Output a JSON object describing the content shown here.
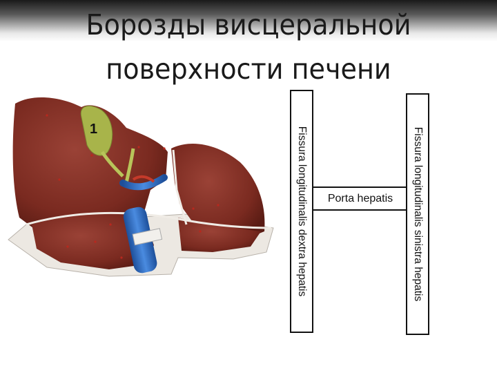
{
  "title": {
    "line1": "Борозды висцеральной",
    "line2": "поверхности печени"
  },
  "labels": {
    "right_fissure": "Fissura longitudinalis dextra hepatis",
    "left_fissure": "Fissura longitudinalis sinistra hepatis",
    "porta": "Porta hepatis"
  },
  "marker": "1",
  "colors": {
    "liver": "#7a2a20",
    "liver_light": "#9a4a3a",
    "gallbladder": "#a8b44a",
    "vessel_blue": "#2f6fc4",
    "peritoneum": "#e8e4de"
  }
}
